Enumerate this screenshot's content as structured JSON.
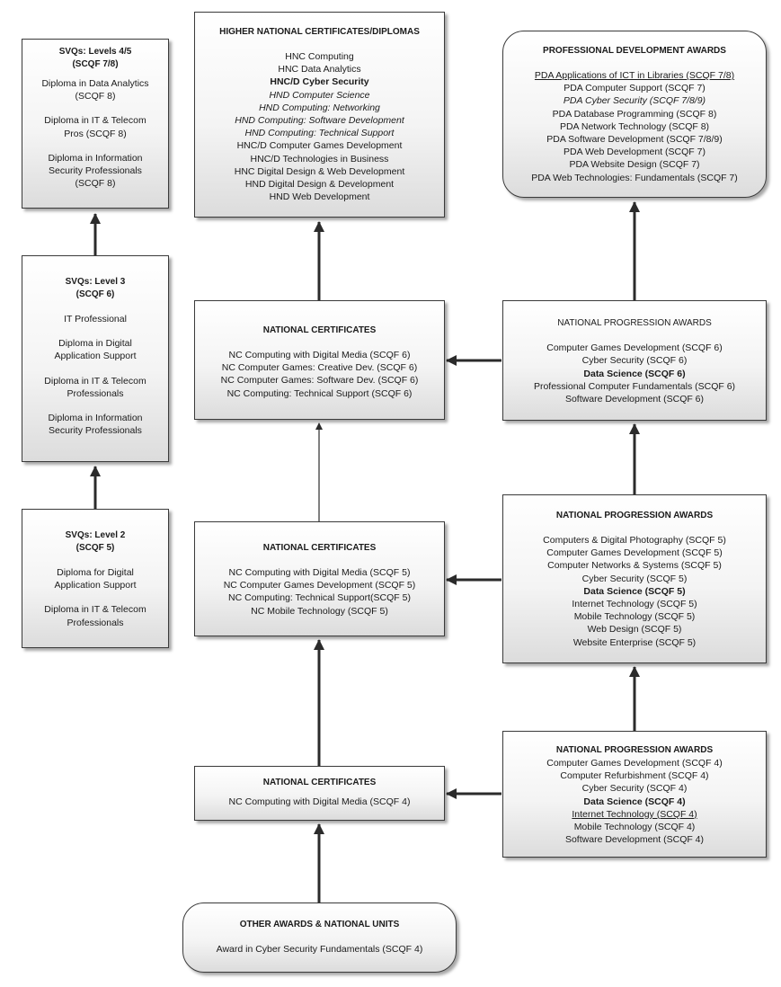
{
  "svq45": {
    "title": "SVQs: Levels 4/5",
    "subtitle": "(SCQF 7/8)",
    "items": [
      "Diploma in Data Analytics",
      "(SCQF 8)",
      "Diploma in IT & Telecom",
      "Pros (SCQF 8)",
      "Diploma in Information",
      "Security Professionals",
      "(SCQF 8)"
    ]
  },
  "svq3": {
    "title": "SVQs: Level 3",
    "subtitle": "(SCQF 6)",
    "items": [
      "IT Professional",
      "Diploma in Digital",
      "Application Support",
      "Diploma in IT & Telecom",
      "Professionals",
      "Diploma in Information",
      "Security Professionals"
    ]
  },
  "svq2": {
    "title": "SVQs: Level 2",
    "subtitle": "(SCQF 5)",
    "items": [
      "Diploma for Digital",
      "Application Support",
      "Diploma in IT & Telecom",
      "Professionals"
    ]
  },
  "hnc": {
    "title": "HIGHER NATIONAL CERTIFICATES/DIPLOMAS",
    "items": [
      "HNC Computing",
      "HNC Data Analytics",
      "HNC/D Cyber Security",
      "HND Computer Science",
      "HND Computing: Networking",
      "HND Computing: Software Development",
      "HND Computing: Technical Support",
      "HNC/D Computer Games Development",
      "HNC/D Technologies in Business",
      "HNC Digital Design & Web Development",
      "HND Digital Design & Development",
      "HND Web Development"
    ]
  },
  "pda": {
    "title": "PROFESSIONAL DEVELOPMENT AWARDS",
    "items": [
      "PDA Applications of ICT in Libraries (SCQF 7/8)",
      "PDA Computer Support (SCQF 7)",
      "PDA Cyber Security (SCQF 7/8/9)",
      "PDA Database Programming (SCQF 8)",
      "PDA Network Technology (SCQF 8)",
      "PDA Software Development (SCQF 7/8/9)",
      "PDA Web Development (SCQF 7)",
      "PDA Website Design (SCQF 7)",
      "PDA Web Technologies: Fundamentals (SCQF 7)"
    ]
  },
  "nc6": {
    "title": "NATIONAL CERTIFICATES",
    "items": [
      "NC Computing with Digital Media (SCQF 6)",
      "NC Computer Games: Creative Dev. (SCQF 6)",
      "NC Computer Games: Software Dev. (SCQF 6)",
      "NC Computing: Technical Support (SCQF 6)"
    ]
  },
  "npa6": {
    "title": "NATIONAL PROGRESSION AWARDS",
    "items": [
      "Computer Games Development (SCQF 6)",
      "Cyber Security (SCQF 6)",
      "Data Science (SCQF 6)",
      "Professional Computer Fundamentals (SCQF 6)",
      "Software Development (SCQF 6)"
    ]
  },
  "nc5": {
    "title": "NATIONAL CERTIFICATES",
    "items": [
      "NC Computing with Digital Media (SCQF 5)",
      "NC Computer Games Development (SCQF 5)",
      "NC Computing: Technical Support(SCQF 5)",
      "NC Mobile Technology (SCQF 5)"
    ]
  },
  "npa5": {
    "title": "NATIONAL PROGRESSION AWARDS",
    "items": [
      "Computers & Digital Photography (SCQF 5)",
      "Computer Games Development (SCQF 5)",
      "Computer Networks & Systems (SCQF 5)",
      "Cyber Security (SCQF 5)",
      "Data Science (SCQF 5)",
      "Internet Technology (SCQF 5)",
      "Mobile Technology (SCQF 5)",
      "Web Design (SCQF 5)",
      "Website Enterprise (SCQF 5)"
    ]
  },
  "nc4": {
    "title": "NATIONAL CERTIFICATES",
    "items": [
      "NC Computing with Digital Media (SCQF 4)"
    ]
  },
  "npa4": {
    "title": "NATIONAL PROGRESSION AWARDS",
    "items": [
      "Computer Games Development (SCQF 4)",
      "Computer Refurbishment (SCQF 4)",
      "Cyber Security (SCQF 4)",
      "Data Science (SCQF 4)",
      "Internet Technology (SCQF 4)",
      "Mobile Technology (SCQF 4)",
      "Software Development (SCQF 4)"
    ]
  },
  "other": {
    "title": "OTHER AWARDS & NATIONAL UNITS",
    "items": [
      "Award in Cyber Security Fundamentals (SCQF 4)"
    ]
  }
}
